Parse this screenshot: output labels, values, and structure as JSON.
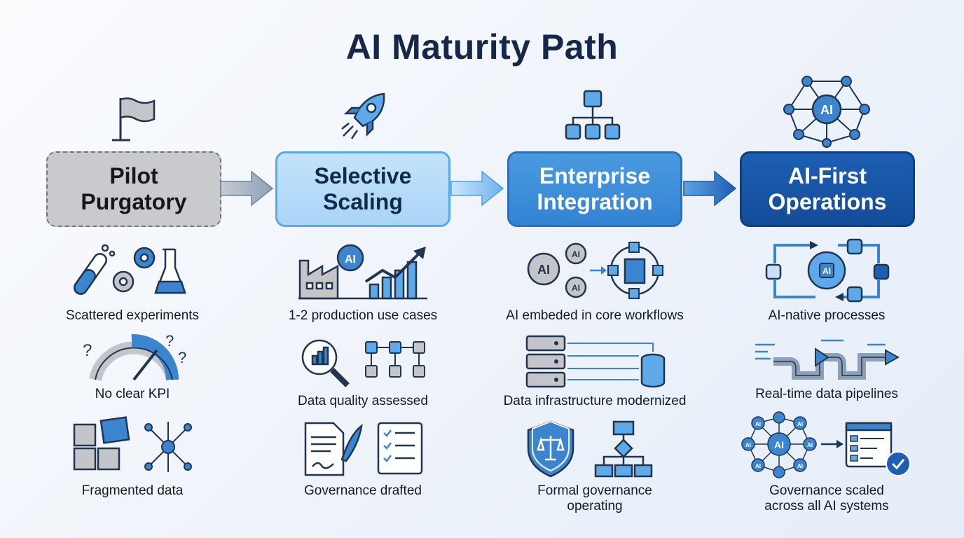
{
  "title": "AI Maturity Path",
  "stages": [
    {
      "label": "Pilot\nPurgatory",
      "items": [
        "Scattered experiments",
        "No clear KPI",
        "Fragmented data"
      ]
    },
    {
      "label": "Selective\nScaling",
      "items": [
        "1-2 production use cases",
        "Data quality assessed",
        "Governance drafted"
      ]
    },
    {
      "label": "Enterprise\nIntegration",
      "items": [
        "AI embeded in core workflows",
        "Data infrastructure modernized",
        "Formal governance\noperating"
      ]
    },
    {
      "label": "AI-First\nOperations",
      "items": [
        "AI-native processes",
        "Real-time data pipelines",
        "Governance scaled\nacross all AI systems"
      ]
    }
  ],
  "icons": {
    "stage_icons": [
      "flag-icon",
      "rocket-icon",
      "org-hierarchy-icon",
      "ai-network-icon"
    ],
    "ai_glyph": "AI"
  },
  "colors": {
    "stage_1": "#c9cacd",
    "stage_2": "#a9d4f6",
    "stage_3": "#3283d2",
    "stage_4": "#134c99",
    "icon_dark": "#1f3550",
    "icon_blue": "#3a84d0"
  }
}
